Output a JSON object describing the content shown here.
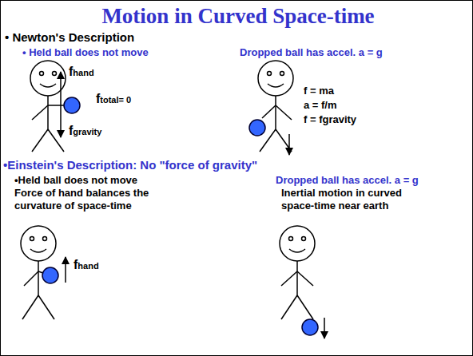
{
  "diagram": {
    "title": "Motion in Curved Space-time",
    "labels": [
      "• Newton's Description",
      "• Held ball does not move",
      "Dropped ball has accel. a = g",
      "fhand",
      "ftotal= 0",
      "fgravity",
      "f = ma",
      "a = f/m",
      "f = fgravity",
      "•Einstein's Description: No \"force of gravity\"",
      "•Held ball does not move",
      "Force of hand balances the curvature of space-time",
      "Dropped ball has accel. a = g",
      "Inertial motion in curved space-time near earth",
      "fhand"
    ]
  }
}
